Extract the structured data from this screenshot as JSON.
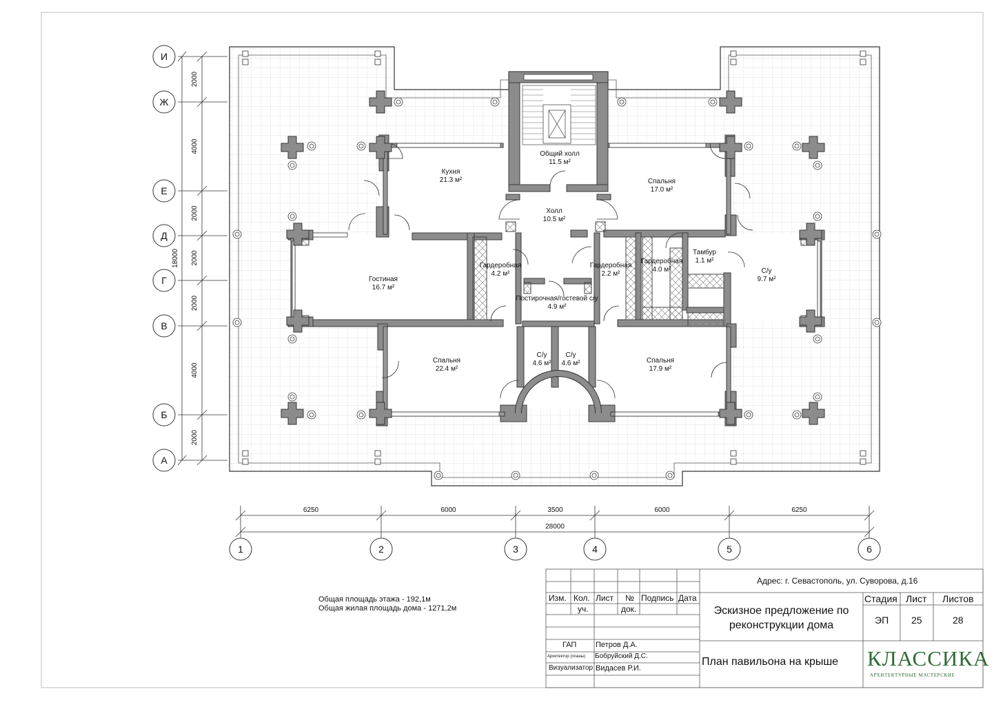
{
  "axes": {
    "rows": [
      "И",
      "Ж",
      "Е",
      "Д",
      "Г",
      "В",
      "Б",
      "А"
    ],
    "cols": [
      "1",
      "2",
      "3",
      "4",
      "5",
      "6"
    ],
    "row_dims": [
      "2000",
      "4000",
      "2000",
      "2000",
      "2000",
      "4000",
      "2000"
    ],
    "row_total": "18000",
    "col_dims": [
      "6250",
      "6000",
      "3500",
      "6000",
      "6250"
    ],
    "col_total": "28000"
  },
  "rooms": [
    {
      "name": "Общий холл",
      "area": "11.5 м²"
    },
    {
      "name": "Кухня",
      "area": "21.3 м²"
    },
    {
      "name": "Спальня",
      "area": "17.0 м²"
    },
    {
      "name": "Холл",
      "area": "10.5 м²"
    },
    {
      "name": "Тамбур",
      "area": "1.1 м²"
    },
    {
      "name": "Гардеробная",
      "area": "4.2 м²"
    },
    {
      "name": "Гардеробная",
      "area": "2.2 м²"
    },
    {
      "name": "Гардеробная",
      "area": "4.0 м²"
    },
    {
      "name": "Гостиная",
      "area": "16.7 м²"
    },
    {
      "name": "С/у",
      "area": "9.7 м²"
    },
    {
      "name": "Постирочная/гостевой с/у",
      "area": "4.9 м²"
    },
    {
      "name": "Спальня",
      "area": "22.4 м²"
    },
    {
      "name": "С/у",
      "area": "4.6 м²"
    },
    {
      "name": "С/у",
      "area": "4.6 м²"
    },
    {
      "name": "Спальня",
      "area": "17.9 м²"
    }
  ],
  "notes": {
    "floor_area": "Общая площадь этажа - 192,1м",
    "total_area": "Общая жилая площадь дома - 1271,2м"
  },
  "title_block": {
    "address": "Адрес: г. Севастополь, ул. Суворова, д.16",
    "headers": {
      "izm": "Изм.",
      "kol": "Кол.",
      "kol2": "уч.",
      "list": "Лист",
      "num": "№",
      "num2": "док.",
      "sign": "Подпись",
      "date": "Дата"
    },
    "project": "Эскизное предложение по реконструкции дома",
    "stage_label": "Стадия",
    "sheet_label": "Лист",
    "sheets_label": "Листов",
    "stage": "ЭП",
    "sheet": "25",
    "sheets": "28",
    "roles": [
      {
        "role": "ГАП",
        "name": "Петров Д.А."
      },
      {
        "role": "Архитектор (планы)",
        "name": "Бобруйский Д.С."
      },
      {
        "role": "Визуализатор",
        "name": "Видасев Р.И."
      }
    ],
    "drawing_title": "План павильона на крыше",
    "logo": "КЛАССИКА",
    "logo_sub": "АРХИТЕКТУРНЫЕ МАСТЕРСКИЕ"
  },
  "colors": {
    "wall": "#8c8c8c",
    "wall_stroke": "#3a3a3a",
    "terrace_grid": "#d9d9d9",
    "logo": "#2f6b35"
  }
}
